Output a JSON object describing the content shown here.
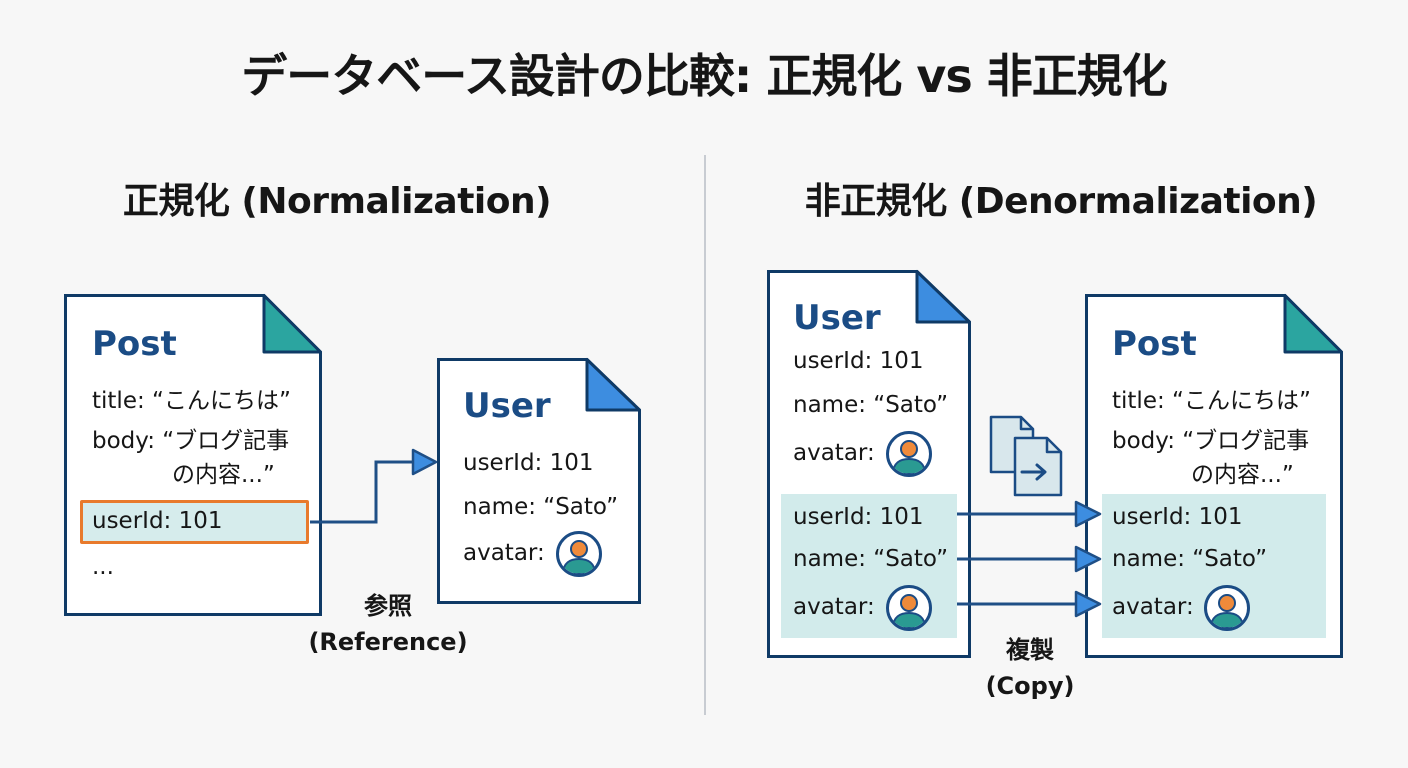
{
  "title": "データベース設計の比較: 正規化 vs 非正規化",
  "colors": {
    "document_border": "#0f3a66",
    "document_title": "#1b4c85",
    "corner_fold_teal": "#2ba5a0",
    "corner_fold_blue": "#3d8de0",
    "highlight_orange": "#e87a2c",
    "highlight_fill": "#d2ebeb",
    "arrow": "#1f4f86",
    "avatar_ring": "#1b4c85",
    "avatar_head": "#ef8a3a",
    "avatar_body": "#2a9a92"
  },
  "normalized": {
    "heading": "正規化 (Normalization)",
    "post": {
      "title": "Post",
      "title_field": "title: “こんにちは”",
      "body_line1": "body: “ブログ記事",
      "body_line2": "の内容...”",
      "user_id": "userId: 101",
      "ellipsis": "..."
    },
    "user": {
      "title": "User",
      "user_id": "userId: 101",
      "name": "name: “Sato”",
      "avatar_label": "avatar:",
      "avatar_icon": "user-avatar-icon"
    },
    "caption_line1": "参照",
    "caption_line2": "(Reference)"
  },
  "denormalized": {
    "heading": "非正規化 (Denormalization)",
    "user": {
      "title": "User",
      "user_id": "userId: 101",
      "name": "name: “Sato”",
      "avatar_label": "avatar:",
      "copied_user_id": "userId: 101",
      "copied_name": "name: “Sato”",
      "copied_avatar_label": "avatar:"
    },
    "post": {
      "title": "Post",
      "title_field": "title: “こんにちは”",
      "body_line1": "body: “ブログ記事",
      "body_line2": "の内容...”",
      "user_id": "userId: 101",
      "name": "name: “Sato”",
      "avatar_label": "avatar:"
    },
    "copy_icon": "copy-documents-icon",
    "caption_line1": "複製",
    "caption_line2": "(Copy)"
  }
}
